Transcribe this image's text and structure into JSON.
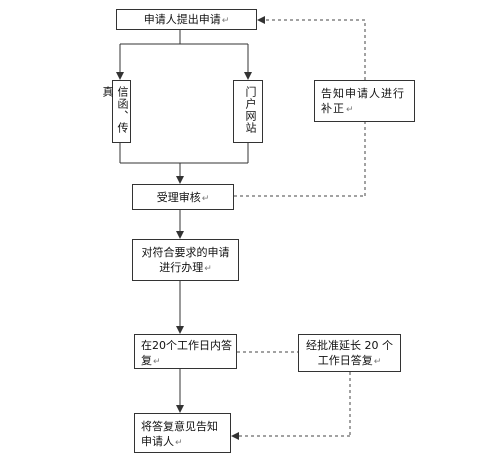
{
  "nodes": {
    "apply": "申请人提出申请",
    "mail_fax": "信函、传真",
    "web": "门户网站",
    "notify_correct": "告知申请人进行补正",
    "review": "受理审核",
    "process": "对符合要求的申请进行办理",
    "reply20": "在20个工作日内答复",
    "extend": "经批准延长 20 个工作日答复",
    "notify_reply": "将答复意见告知申请人"
  },
  "paragraph_mark": "↵",
  "colors": {
    "line": "#333333",
    "dashed": "#444444",
    "mark": "#7a7a7a"
  }
}
